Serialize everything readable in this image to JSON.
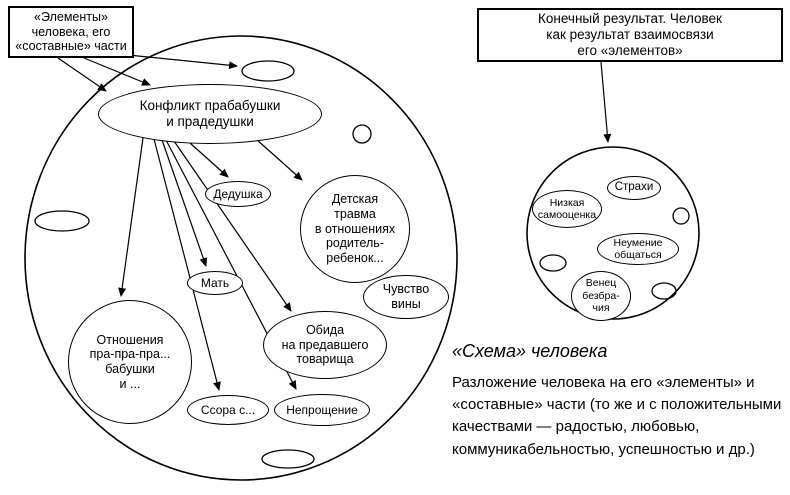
{
  "colors": {
    "ink": "#000000",
    "background": "#ffffff"
  },
  "left_diagram": {
    "label_box": "«Элементы»\nчеловека, его\n«составные» части",
    "nodes": {
      "conflict": "Конфликт прабабушки\nи прадедушки",
      "grandfather": "Дедушка",
      "trauma": "Детская\nтравма\nв отношениях\nродитель-\nребенок...",
      "mother": "Мать",
      "guilt": "Чувство\nвины",
      "ancestors": "Отношения\nпра-пра-пра...\nбабушки\nи ...",
      "betrayal": "Обида\nна предавшего\nтоварища",
      "quarrel": "Ссора с...",
      "unforgiveness": "Непрощение"
    }
  },
  "right_diagram": {
    "label_box": "Конечный результат. Человек\nкак результат взаимосвязи\nего «элементов»",
    "nodes": {
      "fears": "Страхи",
      "low_self_esteem": "Низкая\nсамооценка",
      "communication": "Неумение\nобщаться",
      "celibacy": "Венец\nбезбра-\nчия"
    }
  },
  "caption": {
    "title": "«Схема» человека",
    "body": "Разложение человека на его «элементы» и «составные» части (то же и с положительными качествами — радостью, любовью, коммуникабельностью, успешностью и др.)"
  }
}
